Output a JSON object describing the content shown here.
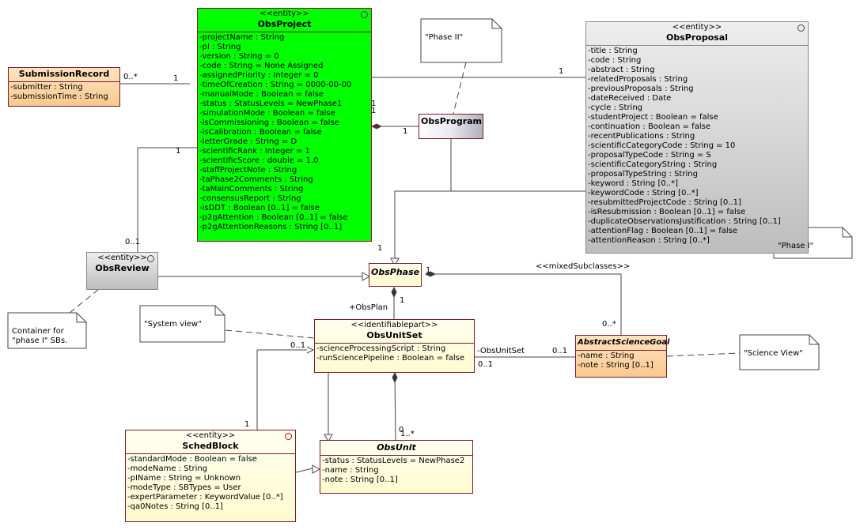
{
  "classes": {
    "submission_record": {
      "name": "SubmissionRecord",
      "attrs": [
        "-submitter : String",
        "-submissionTime : String"
      ]
    },
    "obs_project": {
      "stereotype": "<<entity>>",
      "name": "ObsProject",
      "attrs": [
        "-projectName : String",
        "-pI : String",
        "-version : String = 0",
        "-code : String = None Assigned",
        "-assignedPriority : Integer = 0",
        "-timeOfCreation : String = 0000-00-00",
        "-manualMode : Boolean = false",
        "-status : StatusLevels = NewPhase1",
        "-simulationMode : Boolean = false",
        "-isCommissioning : Boolean = false",
        "-isCalibration : Boolean = false",
        "-letterGrade : String = D",
        "-scientificRank : Integer = 1",
        "-scientificScore : double = 1.0",
        "-staffProjectNote : String",
        "-taPhase2Comments : String",
        "-taMainComments : String",
        "-consensusReport : String",
        "-isDDT : Boolean [0..1] = false",
        "-p2gAttention : Boolean [0..1] = false",
        "-p2gAttentionReasons : String [0..1]"
      ]
    },
    "obs_proposal": {
      "stereotype": "<<entity>>",
      "name": "ObsProposal",
      "attrs": [
        "-title : String",
        "-code : String",
        "-abstract : String",
        "-relatedProposals : String",
        "-previousProposals : String",
        "-dateReceived : Date",
        "-cycle : String",
        "-studentProject : Boolean = false",
        "-continuation : Boolean = false",
        "-recentPublications : String",
        "-scientificCategoryCode : String = 10",
        "-proposalTypeCode : String = S",
        "-scientificCategoryString : String",
        "-proposalTypeString : String",
        "-keyword : String [0..*]",
        "-keywordCode : String [0..*]",
        "-resubmittedProjectCode : String [0..1]",
        "-isResubmission : Boolean [0..1] = false",
        "-duplicateObservationsJustification : String [0..1]",
        "-attentionFlag : Boolean [0..1] = false",
        "-attentionReason : String [0..*]"
      ]
    },
    "obs_program": {
      "name": "ObsProgram"
    },
    "obs_review": {
      "stereotype": "<<entity>>",
      "name": "ObsReview"
    },
    "obs_phase": {
      "name": "ObsPhase"
    },
    "obs_unit_set": {
      "stereotype": "<<identifiablepart>>",
      "name": "ObsUnitSet",
      "attrs": [
        "-scienceProcessingScript : String",
        "-runSciencePipeline : Boolean = false"
      ]
    },
    "abstract_science_goal": {
      "name": "AbstractScienceGoal",
      "attrs": [
        "-name : String",
        "-note : String [0..1]"
      ]
    },
    "sched_block": {
      "stereotype": "<<entity>>",
      "name": "SchedBlock",
      "attrs": [
        "-standardMode : Boolean = false",
        "-modeName : String",
        "-pIName : String = Unknown",
        "-modeType : SBTypes = User",
        "-expertParameter : KeywordValue [0..*]",
        "-qa0Notes : String [0..1]"
      ]
    },
    "obs_unit": {
      "name": "ObsUnit",
      "attrs": [
        "-status : StatusLevels = NewPhase2",
        "-name : String",
        "-note : String [0..1]"
      ]
    }
  },
  "notes": {
    "phase_ii": "\"Phase II\"",
    "phase_i": "\"Phase I\"",
    "container": "Container for\n\"phase I\" SBs.",
    "system_view": "\"System view\"",
    "science_view": "\"Science View\""
  },
  "labels": {
    "sr_many": "0..*",
    "sr_one": "1",
    "proj_prop_one": "1",
    "proj_prog_one_a": "1",
    "proj_prog_one_b": "1",
    "prog_one": "1",
    "review_one": "1",
    "review_zero_one": "0..1",
    "phase_one": "1",
    "phase_right_one": "1",
    "mixed": "<<mixedSubclasses>>",
    "obsplan": "+ObsPlan",
    "obsplan_one": "1",
    "asg_many": "0..*",
    "obs_unit_set_role": "-ObsUnitSet",
    "ous_zero_one": "0..1",
    "ous_right_zero_one": "0..1",
    "asg_zero_one": "0..1",
    "sb_one": "1",
    "unit_zero": "0",
    "unit_many": "1..*"
  },
  "colors": {
    "border": "#7a1b2e",
    "entity_green": "#00ff00",
    "class_yellow": "#fffbd0",
    "abstract_orange": "#f9c890",
    "proposal_gray": "#bdbdbd"
  }
}
